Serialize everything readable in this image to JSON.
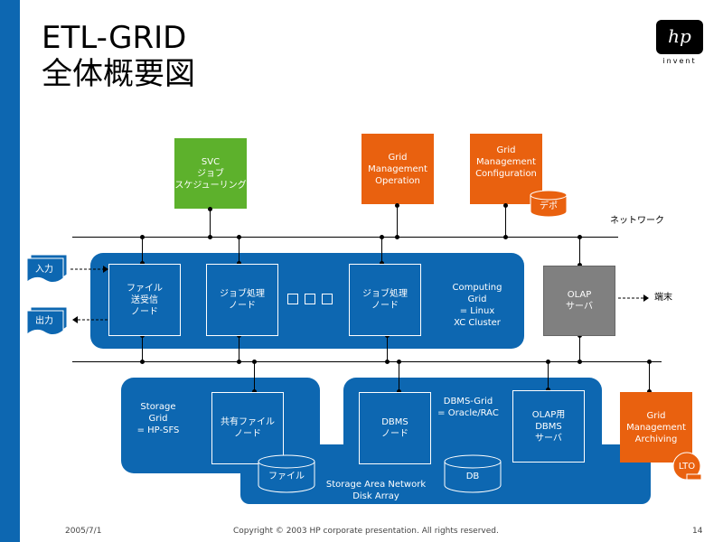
{
  "title_line1": "ETL-GRID",
  "title_line2": "全体概要図",
  "logo_text": "hp",
  "logo_tagline": "invent",
  "boxes": {
    "svc": "SVC\nジョブ\nスケジューリング",
    "grid_mgmt_op": "Grid\nManagement\nOperation",
    "grid_mgmt_conf": "Grid\nManagement\nConfiguration",
    "depot": "デポ",
    "network_label": "ネットワーク",
    "input": "入力",
    "output": "出力",
    "file_transfer": "ファイル\n送受信\nノード",
    "job_node_1": "ジョブ処理\nノード",
    "job_node_2": "ジョブ処理\nノード",
    "computing_grid": "Computing\nGrid\n= Linux\nXC Cluster",
    "olap_server": "OLAP\nサーバ",
    "terminal": "端末",
    "storage_grid": "Storage\nGrid\n= HP-SFS",
    "shared_file_node": "共有ファイル\nノード",
    "file_db": "ファイル",
    "dbms_grid": "DBMS-Grid\n= Oracle/RAC",
    "dbms_node": "DBMS\nノード",
    "olap_dbms": "OLAP用\nDBMS\nサーバ",
    "db": "DB",
    "san": "Storage Area Network\nDisk Array",
    "grid_mgmt_arch": "Grid\nManagement\nArchiving",
    "lto": "LTO"
  },
  "footer": {
    "date": "2005/7/1",
    "copyright": "Copyright © 2003 HP corporate presentation. All rights reserved.",
    "page": "14"
  },
  "colors": {
    "blue": "#0d67b1",
    "green": "#5db12c",
    "orange": "#e9610f",
    "gray": "#808080"
  }
}
